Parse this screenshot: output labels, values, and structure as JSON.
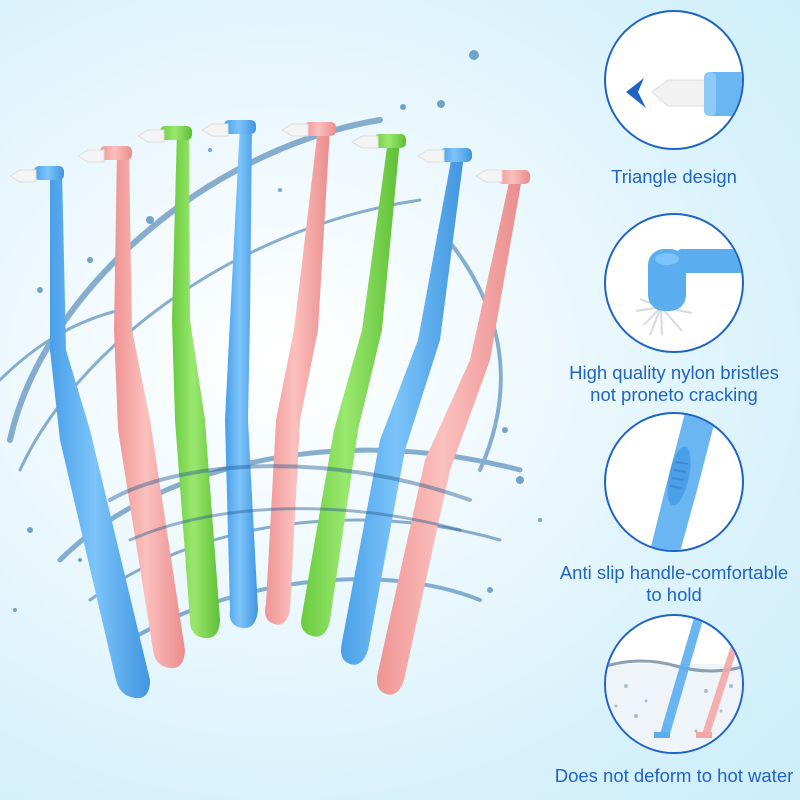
{
  "product": {
    "type": "single-tuft end-tufted toothbrush set",
    "brush_count": 8,
    "brush_colors_left_to_right": [
      "blue",
      "pink",
      "green",
      "blue",
      "pink",
      "green",
      "blue",
      "pink"
    ],
    "palette": {
      "blue": "#5aaef0",
      "pink": "#f4a6a6",
      "green": "#7ed957",
      "text": "#1f63c6",
      "circle_border": "#1f63c6",
      "water": "#2f6fa8"
    }
  },
  "features": [
    {
      "icon": "triangle-tip-closeup-icon",
      "caption": "Triangle design"
    },
    {
      "icon": "nylon-bristles-closeup-icon",
      "caption": "High quality nylon bristles\nnot proneto cracking"
    },
    {
      "icon": "anti-slip-handle-closeup-icon",
      "caption": "Anti slip handle-comfortable\nto hold"
    },
    {
      "icon": "hot-water-immersion-icon",
      "caption": "Does not deform to hot water"
    }
  ]
}
